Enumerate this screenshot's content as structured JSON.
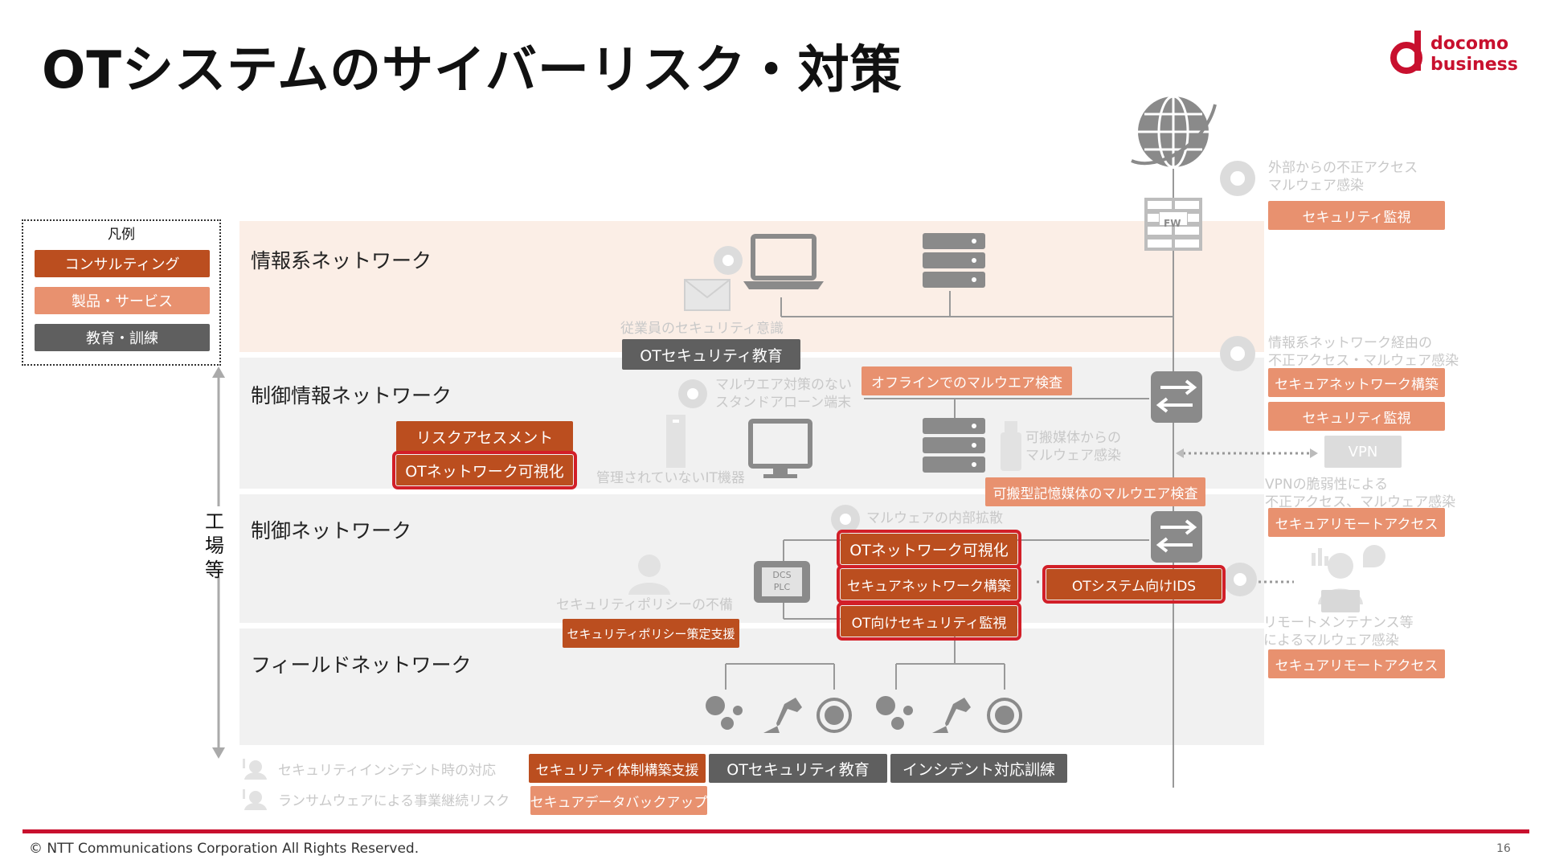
{
  "title": "OTシステムのサイバーリスク・対策",
  "logo": {
    "line1": "docomo",
    "line2": "business",
    "color": "#c8102e"
  },
  "legend": {
    "title": "凡例",
    "items": [
      {
        "label": "コンサルティング",
        "color": "#bb4e1f"
      },
      {
        "label": "製品・サービス",
        "color": "#e8916f"
      },
      {
        "label": "教育・訓練",
        "color": "#5f5f5f"
      }
    ]
  },
  "factory_label": "工場等",
  "bands": [
    {
      "label": "情報系ネットワーク",
      "color": "#fbeee6"
    },
    {
      "label": "制御情報ネットワーク",
      "color": "#f1f1f1"
    },
    {
      "label": "制御ネットワーク",
      "color": "#f1f1f1"
    },
    {
      "label": "フィールドネットワーク",
      "color": "#f1f1f1"
    }
  ],
  "fw_label": "FW",
  "dcs_label": "DCS\nPLC",
  "risks": {
    "external": "外部からの不正アクセス\nマルウェア感染",
    "employee": "従業員のセキュリティ意識",
    "standalone": "マルウエア対策のない\nスタンドアローン端末",
    "unmanaged": "管理されていないIT機器",
    "media": "可搬媒体からの\nマルウェア感染",
    "it_network": "情報系ネットワーク経由の\n不正アクセス・マルウェア感染",
    "vpn": "VPNの脆弱性による\n不正アクセス、マルウェア感染",
    "internal": "マルウェアの内部拡散",
    "policy": "セキュリティポリシーの不備",
    "remote": "リモートメンテナンス等\nによるマルウェア感染",
    "incident": "セキュリティインシデント時の対応",
    "ransomware": "ランサムウェアによる事業継続リスク"
  },
  "vpn_label": "VPN",
  "measures": {
    "sec_monitor_1": "セキュリティ監視",
    "ot_edu_top": "OTセキュリティ教育",
    "offline_scan": "オフラインでのマルウエア検査",
    "sec_net_build": "セキュアネットワーク構築",
    "sec_monitor_2": "セキュリティ監視",
    "risk_assess": "リスクアセスメント",
    "ot_visual_1": "OTネットワーク可視化",
    "media_scan": "可搬型記憶媒体のマルウエア検査",
    "sec_remote_1": "セキュアリモートアクセス",
    "ot_visual_2": "OTネットワーク可視化",
    "sec_net_build_2": "セキュアネットワーク構築",
    "ot_ids": "OTシステム向けIDS",
    "ot_monitor": "OT向けセキュリティ監視",
    "policy_support": "セキュリティポリシー策定支援",
    "sec_remote_2": "セキュアリモートアクセス",
    "sec_org": "セキュリティ体制構築支援",
    "ot_edu_bottom": "OTセキュリティ教育",
    "incident_train": "インシデント対応訓練",
    "backup": "セキュアデータバックアップ"
  },
  "footer": {
    "copyright": "© NTT Communications Corporation All Rights Reserved.",
    "page": "16"
  },
  "colors": {
    "consulting": "#bb4e1f",
    "product": "#e8916f",
    "education": "#5f5f5f",
    "highlight": "#d21f28",
    "icon": "#8a8a8a"
  }
}
